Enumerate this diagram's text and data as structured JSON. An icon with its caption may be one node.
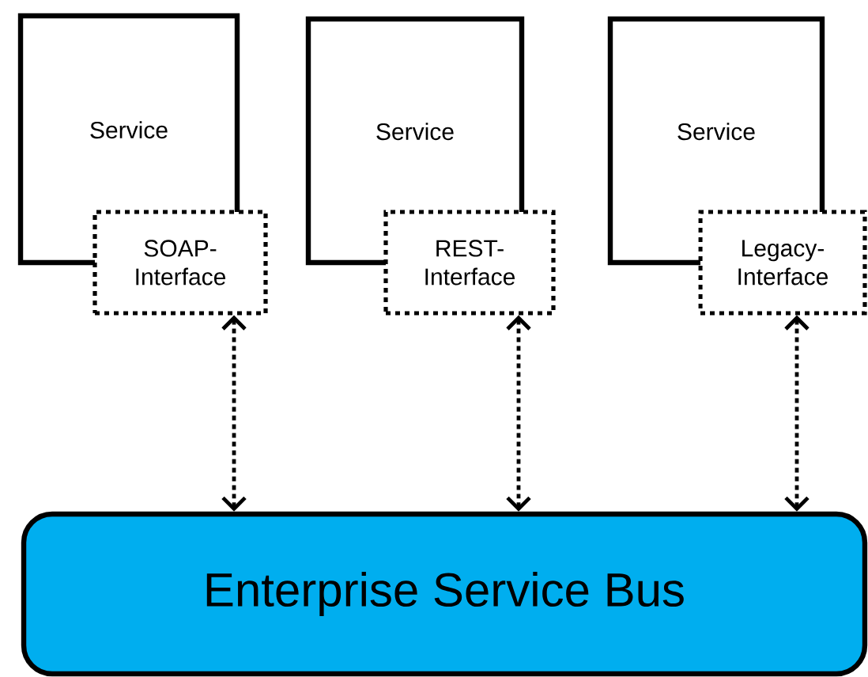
{
  "diagram": {
    "nodes": [
      {
        "text": [
          "Service"
        ]
      },
      {
        "text": [
          "SOAP- Interface"
        ]
      },
      {
        "text": [
          "Service"
        ]
      },
      {
        "text": [
          "REST- Interface"
        ]
      },
      {
        "text": [
          "Service"
        ]
      },
      {
        "text": [
          "Legacy- Interface"
        ]
      },
      {
        "text": [
          "Enterprise Service Bus"
        ]
      }
    ],
    "edges": [
      {
        "from": 1,
        "to": 6,
        "arrow": "both",
        "style": "dashed"
      },
      {
        "from": 3,
        "to": 6,
        "arrow": "both",
        "style": "dashed"
      },
      {
        "from": 5,
        "to": 6,
        "arrow": "both",
        "style": "dashed"
      }
    ]
  }
}
